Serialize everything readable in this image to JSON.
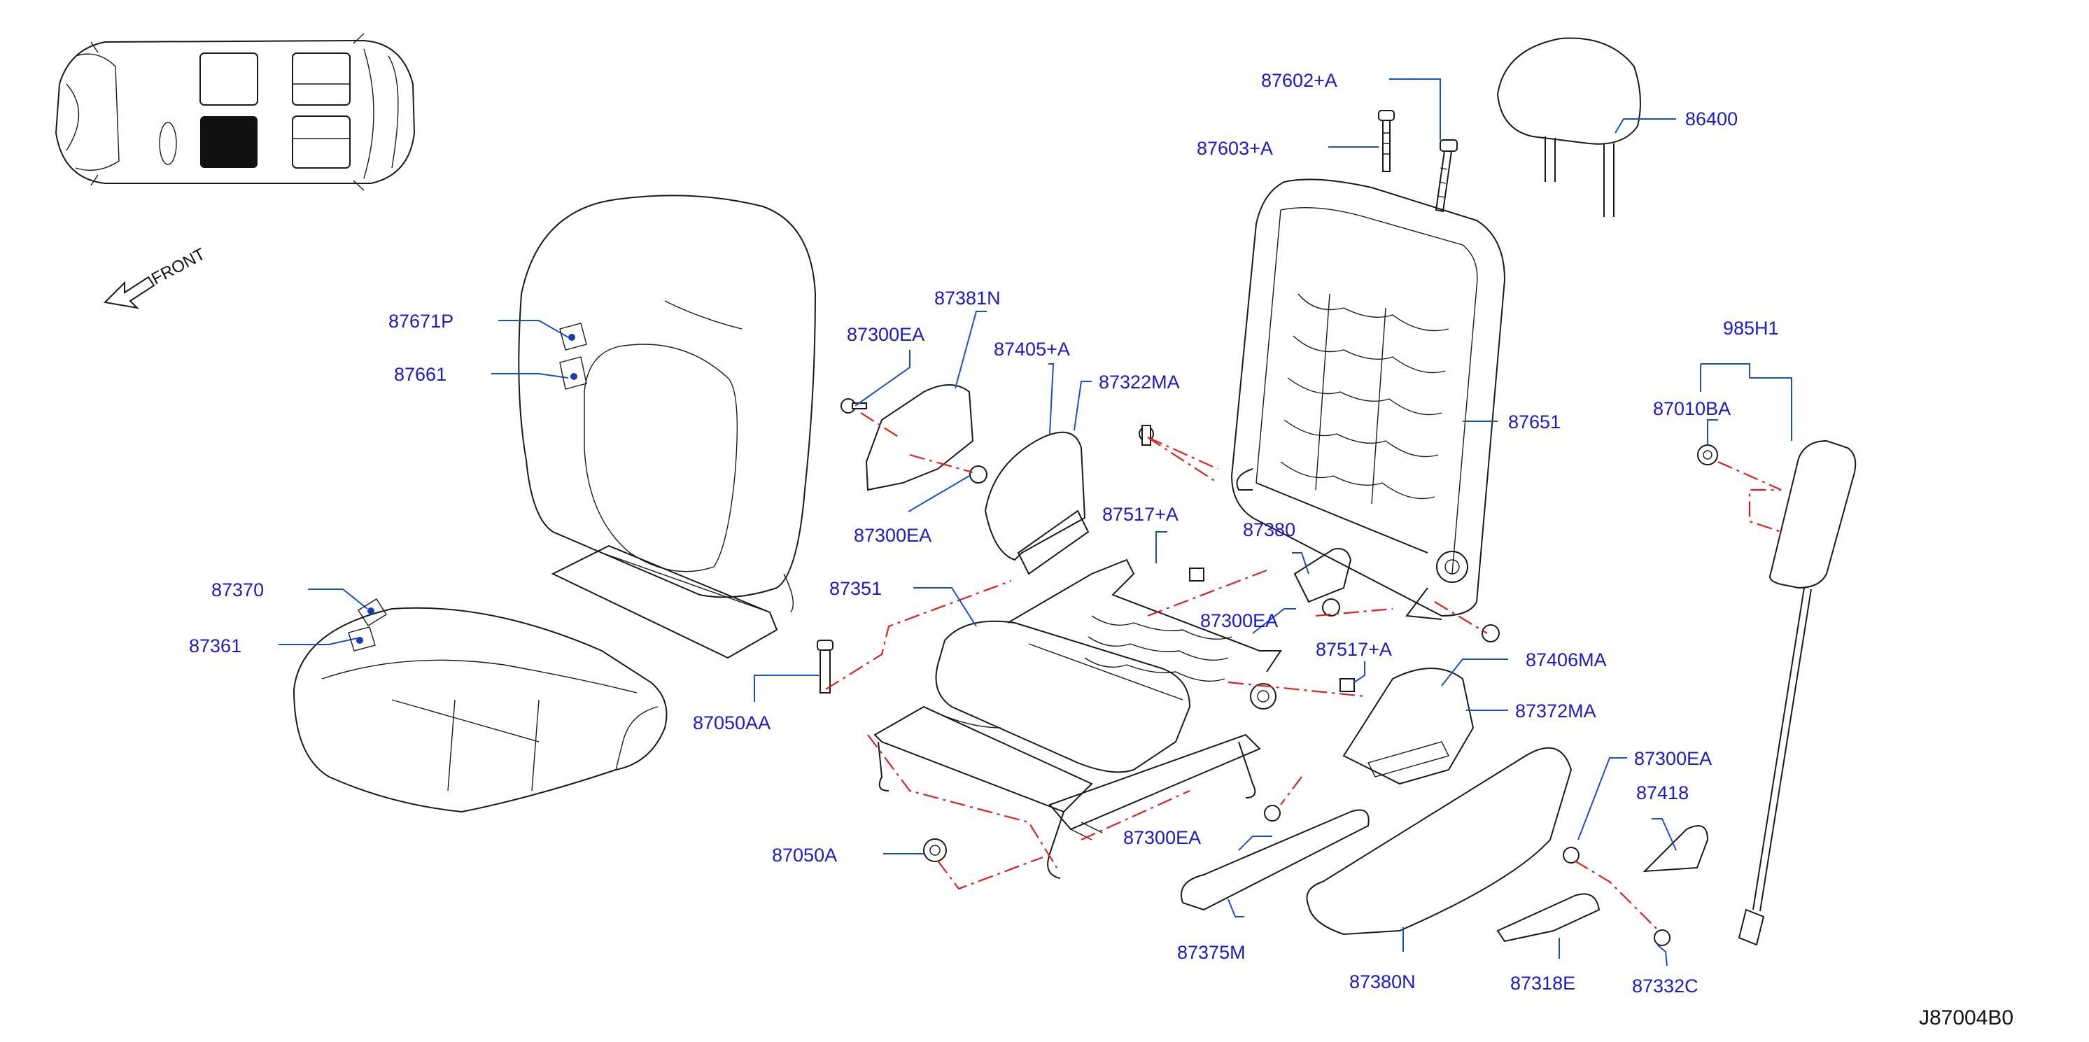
{
  "diagram": {
    "code": "J87004B0",
    "front_label": "FRONT",
    "parts": [
      {
        "id": "p-87602a",
        "label": "87602+A"
      },
      {
        "id": "p-86400",
        "label": "86400"
      },
      {
        "id": "p-87603a",
        "label": "87603+A"
      },
      {
        "id": "p-87671p",
        "label": "87671P"
      },
      {
        "id": "p-87661",
        "label": "87661"
      },
      {
        "id": "p-87381n",
        "label": "87381N"
      },
      {
        "id": "p-87300ea-1",
        "label": "87300EA"
      },
      {
        "id": "p-87405a",
        "label": "87405+A"
      },
      {
        "id": "p-87322ma",
        "label": "87322MA"
      },
      {
        "id": "p-87651",
        "label": "87651"
      },
      {
        "id": "p-985h1",
        "label": "985H1"
      },
      {
        "id": "p-87010ba",
        "label": "87010BA"
      },
      {
        "id": "p-87300ea-2",
        "label": "87300EA"
      },
      {
        "id": "p-87517a-1",
        "label": "87517+A"
      },
      {
        "id": "p-87380",
        "label": "87380"
      },
      {
        "id": "p-87370",
        "label": "87370"
      },
      {
        "id": "p-87351",
        "label": "87351"
      },
      {
        "id": "p-87300ea-3",
        "label": "87300EA"
      },
      {
        "id": "p-87361",
        "label": "87361"
      },
      {
        "id": "p-87517a-2",
        "label": "87517+A"
      },
      {
        "id": "p-87406ma",
        "label": "87406MA"
      },
      {
        "id": "p-87050aa",
        "label": "87050AA"
      },
      {
        "id": "p-87372ma",
        "label": "87372MA"
      },
      {
        "id": "p-87300ea-4",
        "label": "87300EA"
      },
      {
        "id": "p-87418",
        "label": "87418"
      },
      {
        "id": "p-87050a",
        "label": "87050A"
      },
      {
        "id": "p-87300ea-5",
        "label": "87300EA"
      },
      {
        "id": "p-87375m",
        "label": "87375M"
      },
      {
        "id": "p-87380n",
        "label": "87380N"
      },
      {
        "id": "p-87318e",
        "label": "87318E"
      },
      {
        "id": "p-87332c",
        "label": "87332C"
      }
    ]
  }
}
